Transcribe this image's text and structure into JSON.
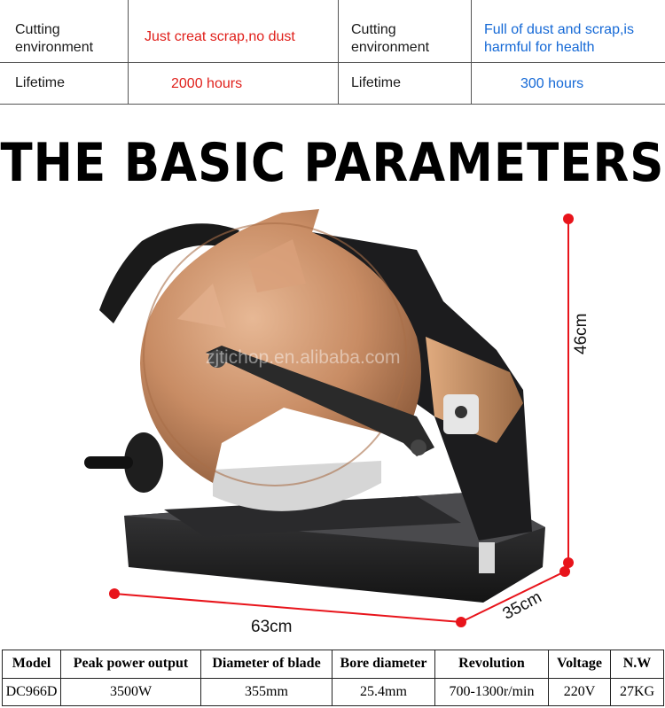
{
  "comparison": {
    "left_env_label": "Cutting\nenvironment",
    "left_env_value": "Just creat scrap,no dust",
    "right_env_label": "Cutting\nenvironment",
    "right_env_value": "Full of dust and scrap,is\nharmful for health",
    "left_life_label": "Lifetime",
    "left_life_value": "2000 hours",
    "right_life_label": "Lifetime",
    "right_life_value": "300 hours",
    "accent_good": "#e0201b",
    "accent_bad": "#1569d6"
  },
  "heading": "THE BASIC PARAMETERS",
  "product": {
    "watermark": "zjtichop.en.alibaba.com",
    "dimensions": {
      "height": "46cm",
      "width": "63cm",
      "depth": "35cm"
    },
    "marker_color": "#e8141b",
    "blade_guard_color": "#c8906a"
  },
  "spec_table": {
    "headers": [
      "Model",
      "Peak power output",
      "Diameter of blade",
      "Bore diameter",
      "Revolution",
      "Voltage",
      "N.W"
    ],
    "row": [
      "DC966D",
      "3500W",
      "355mm",
      "25.4mm",
      "700-1300r/min",
      "220V",
      "27KG"
    ]
  }
}
